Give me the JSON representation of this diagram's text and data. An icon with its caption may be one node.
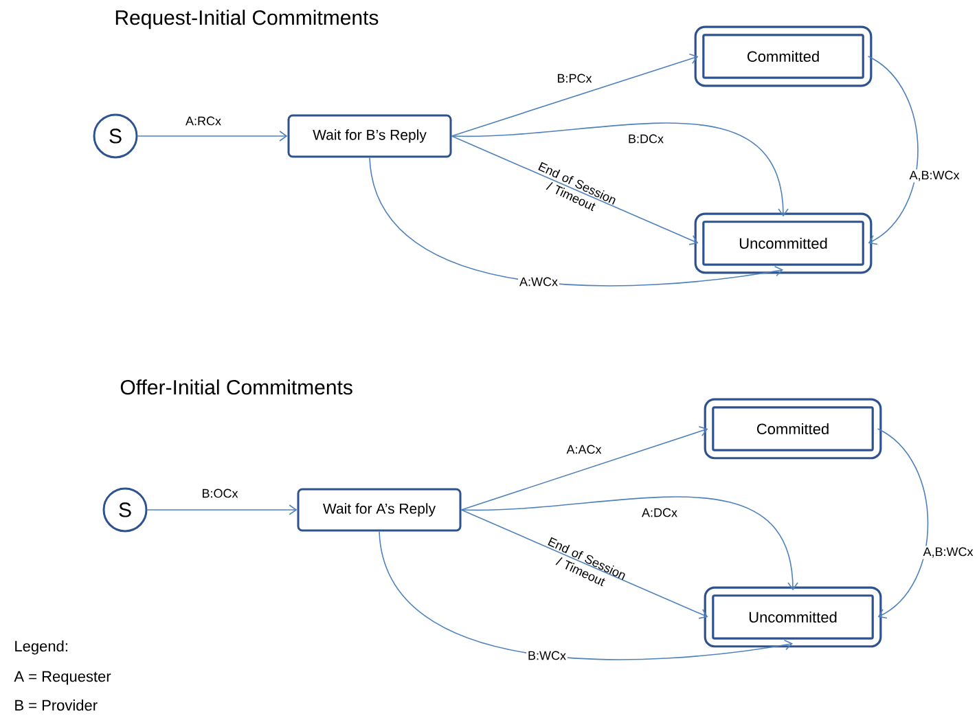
{
  "diagram": {
    "nodes": [
      {
        "text": [
          "S"
        ]
      },
      {
        "text": [
          "Wait for B’s Reply"
        ]
      },
      {
        "text": [
          "Committed"
        ]
      },
      {
        "text": [
          "Uncommitted"
        ]
      },
      {
        "text": [
          "S"
        ]
      },
      {
        "text": [
          "Wait for A’s Reply"
        ]
      },
      {
        "text": [
          "Committed"
        ]
      },
      {
        "text": [
          "Uncommitted"
        ]
      }
    ],
    "edges": [
      {
        "from": 0,
        "to": 1,
        "arrow": "to",
        "label": "A:RCx"
      },
      {
        "from": 1,
        "to": 2,
        "arrow": "to",
        "label": "B:PCx"
      },
      {
        "from": 1,
        "to": 3,
        "arrow": "to",
        "label": "B:DCx"
      },
      {
        "from": 1,
        "to": 3,
        "arrow": "to",
        "label": "End of Session / Timeout"
      },
      {
        "from": 1,
        "to": 3,
        "arrow": "to",
        "label": "A:WCx"
      },
      {
        "from": 2,
        "to": 3,
        "arrow": "to",
        "label": "A,B:WCx"
      },
      {
        "from": 4,
        "to": 5,
        "arrow": "to",
        "label": "B:OCx"
      },
      {
        "from": 5,
        "to": 6,
        "arrow": "to",
        "label": "A:ACx"
      },
      {
        "from": 5,
        "to": 7,
        "arrow": "to",
        "label": "A:DCx"
      },
      {
        "from": 5,
        "to": 7,
        "arrow": "to",
        "label": "End of Session / Timeout"
      },
      {
        "from": 5,
        "to": 7,
        "arrow": "to",
        "label": "B:WCx"
      },
      {
        "from": 6,
        "to": 7,
        "arrow": "to",
        "label": "A,B:WCx"
      }
    ],
    "labels": [
      "Request-Initial Commitments",
      "Offer-Initial Commitments",
      "Legend:",
      "A = Requester",
      "B = Provider"
    ]
  }
}
